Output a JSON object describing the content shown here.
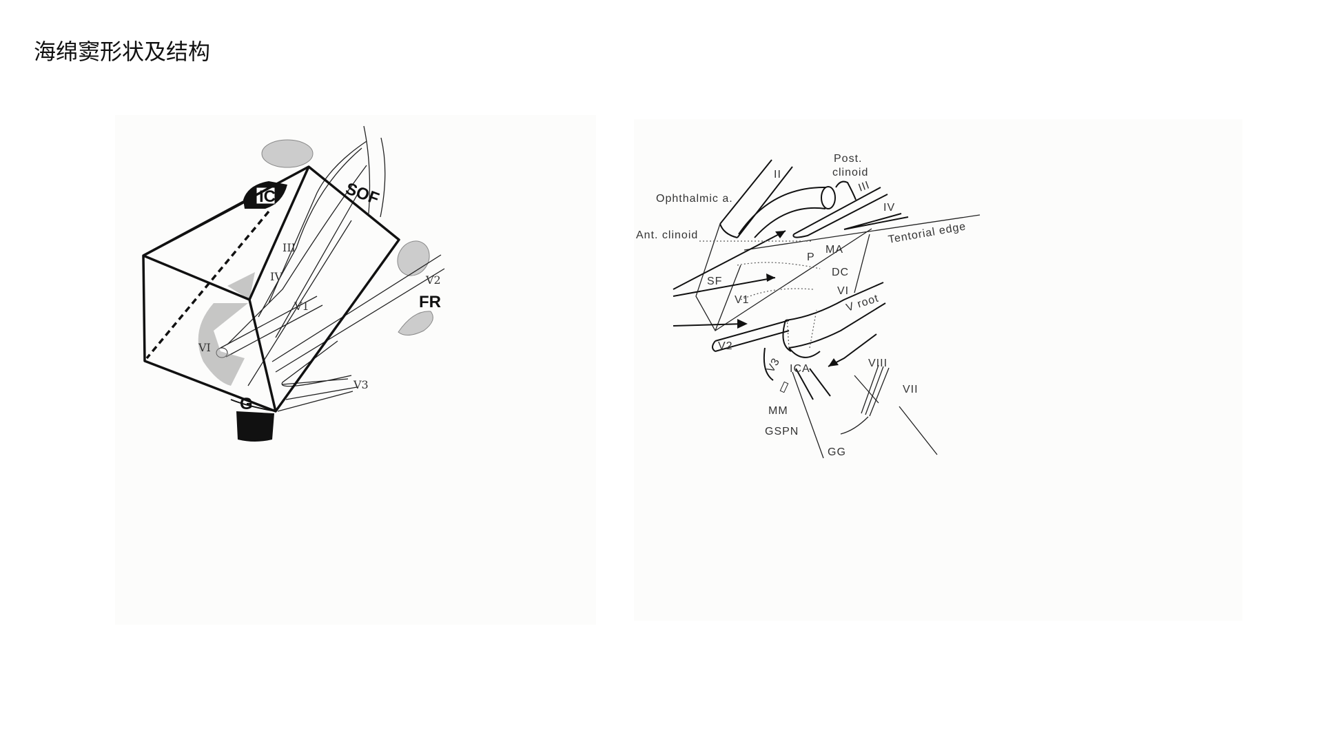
{
  "title": "海绵窦形状及结构",
  "left_figure": {
    "labels": {
      "ic": "IC",
      "sof": "SOF",
      "iii": "III",
      "iv": "IV",
      "v1": "V1",
      "vi": "VI",
      "g": "G",
      "v2": "V2",
      "fr": "FR",
      "v3": "V3"
    }
  },
  "right_figure": {
    "labels": {
      "post": "Post.",
      "clinoid": "clinoid",
      "ii": "II",
      "ophthalmic": "Ophthalmic a.",
      "iii": "III",
      "iv": "IV",
      "ant_clinoid": "Ant. clinoid",
      "tentorial": "Tentorial edge",
      "ma": "MA",
      "p": "P",
      "dc": "DC",
      "vi": "VI",
      "sf": "SF",
      "v1": "V1",
      "v_root": "V root",
      "v2": "V2",
      "v3": "V3",
      "ica": "ICA",
      "viii": "VIII",
      "vii": "VII",
      "mm": "MM",
      "gspn": "GSPN",
      "gg": "GG"
    }
  }
}
